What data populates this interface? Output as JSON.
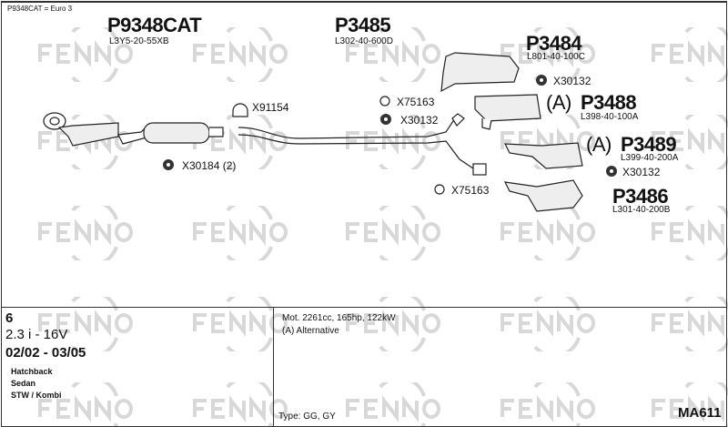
{
  "header_note": "P9348CAT = Euro 3",
  "watermark": "FENNO",
  "parts": [
    {
      "part": "P9348CAT",
      "code": "L3Y5-20-55XB"
    },
    {
      "part": "P3485",
      "code": "L302-40-600D"
    },
    {
      "part": "P3484",
      "code": "L801-40-100C"
    },
    {
      "part": "P3488",
      "code": "L398-40-100A",
      "prefix": "(A)"
    },
    {
      "part": "P3489",
      "code": "L399-40-200A",
      "prefix": "(A)"
    },
    {
      "part": "P3486",
      "code": "L301-40-200B"
    }
  ],
  "accessories": [
    "X91154",
    "X30184 (2)",
    "X75163",
    "X30132",
    "X30132",
    "X30132",
    "X75163"
  ],
  "vehicle": {
    "model": "6",
    "engine": "2.3 i - 16V",
    "years": "02/02 - 03/05",
    "bodies": [
      "Hatchback",
      "Sedan",
      "STW / Kombi"
    ]
  },
  "notes": {
    "motor": "Mot. 2261cc, 165hp, 122kW",
    "alt": "(A) Alternative",
    "type": "Type:  GG, GY"
  },
  "diagram_id": "MA611"
}
